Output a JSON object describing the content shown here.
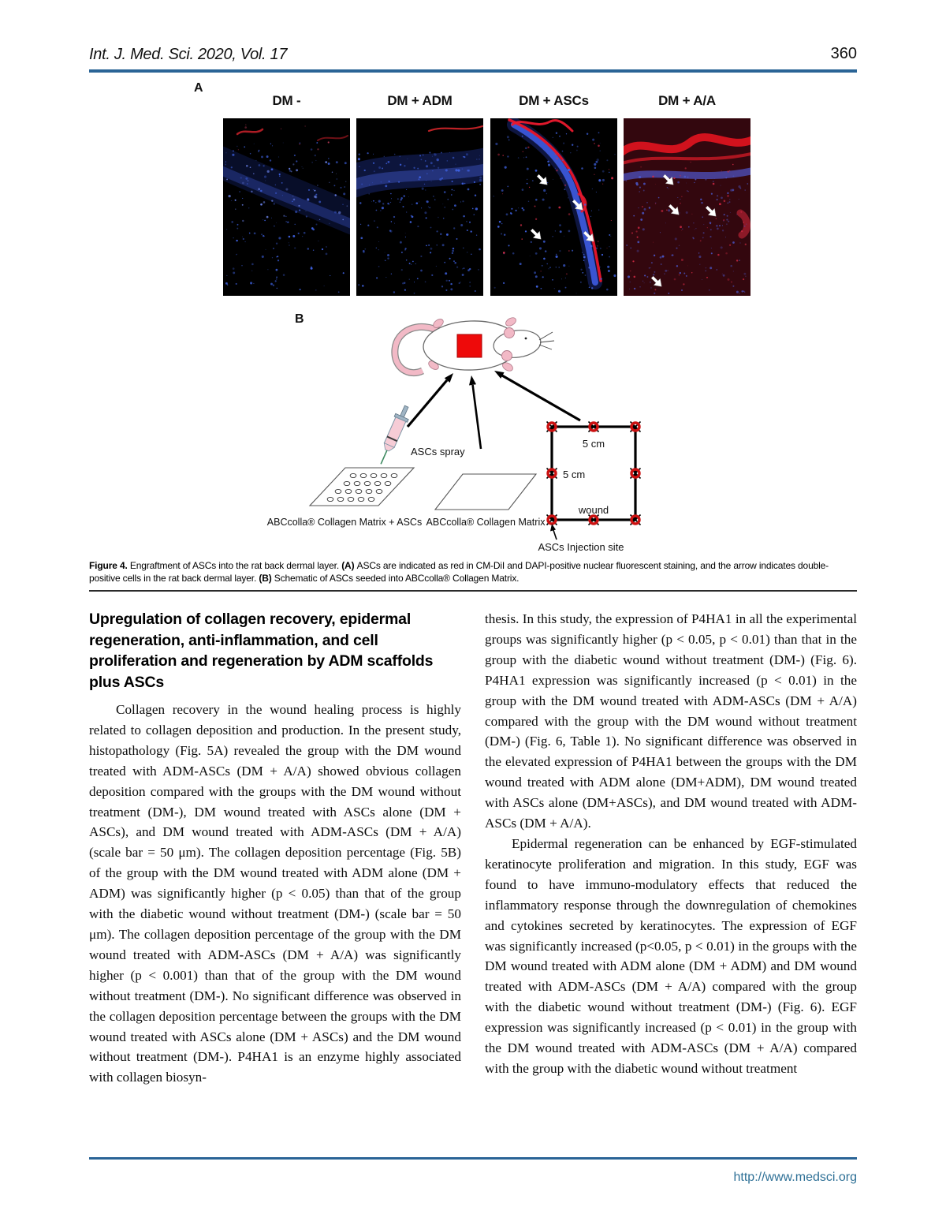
{
  "page": {
    "journal": "Int. J. Med. Sci. 2020, Vol. 17",
    "page_number": "360",
    "footer_url": "http://www.medsci.org",
    "accent_blue": "#2a6496",
    "link_blue": "#2e7096"
  },
  "figure": {
    "panel_a_label": "A",
    "panel_b_label": "B",
    "micrograph_labels": [
      "DM -",
      "DM + ADM",
      "DM + ASCs",
      "DM + A/A"
    ],
    "schematic": {
      "spray_label": "ASCs spray",
      "matrix_asc_label": "ABCcolla® Collagen Matrix + ASCs",
      "matrix_label": "ABCcolla® Collagen Matrix",
      "top_dim": "5 cm",
      "side_dim": "5 cm",
      "wound_label": "wound",
      "injection_label": "ASCs Injection site"
    },
    "colors": {
      "dapi_blue": "#4064e6",
      "cmdil_red": "#e01428",
      "wound_red": "#ee0a0a",
      "marker_red": "#cc1111"
    },
    "caption_segments": [
      {
        "text": "Figure 4. ",
        "bold": true
      },
      {
        "text": "Engraftment of ASCs into the rat back dermal layer. ",
        "bold": false
      },
      {
        "text": "(A) ",
        "bold": true
      },
      {
        "text": "ASCs are indicated as red in CM-DiI and DAPI-positive nuclear fluorescent staining, and the arrow indicates double-positive cells in the rat back dermal layer. ",
        "bold": false
      },
      {
        "text": "(B) ",
        "bold": true
      },
      {
        "text": "Schematic of ASCs seeded into ABCcolla® Collagen Matrix.",
        "bold": false
      }
    ]
  },
  "article": {
    "section_heading": "Upregulation of collagen recovery, epidermal regeneration, anti-inflammation, and cell proliferation and regeneration by ADM scaffolds plus ASCs",
    "left_column": {
      "paragraphs": [
        {
          "indent": true,
          "text": "Collagen recovery in the wound healing process is highly related to collagen deposition and production. In the present study, histopathology (Fig. 5A) revealed the group with the DM wound treated with ADM-ASCs (DM + A/A) showed obvious collagen deposition compared with the groups with the DM wound without treatment (DM-), DM wound treated with ASCs alone (DM + ASCs), and DM wound treated with ADM-ASCs (DM + A/A) (scale bar = 50 μm). The collagen deposition percentage (Fig. 5B) of the group with the DM wound treated with ADM alone (DM + ADM) was significantly higher (p < 0.05) than that of the group with the diabetic wound without treatment (DM-) (scale bar = 50 μm). The collagen deposition percentage of the group with the DM wound treated with ADM-ASCs (DM + A/A) was significantly higher (p < 0.001) than that of the group with the DM wound without treatment (DM-). No significant difference was observed in the collagen deposition percentage between the groups with the DM wound treated with ASCs alone (DM + ASCs) and the DM wound without treatment (DM-). P4HA1 is an enzyme highly associated with collagen biosyn-"
        }
      ]
    },
    "right_column": {
      "paragraphs": [
        {
          "indent": false,
          "text": "thesis. In this study, the expression of P4HA1 in all the experimental groups was significantly higher (p < 0.05, p < 0.01) than that in the group with the diabetic wound without treatment (DM-) (Fig. 6). P4HA1 expression was significantly increased (p < 0.01) in the group with the DM wound treated with ADM-ASCs (DM + A/A) compared with the group with the DM wound without treatment (DM-) (Fig. 6, Table 1). No significant difference was observed in the elevated expression of P4HA1 between the groups with the DM wound treated with ADM alone (DM+ADM), DM wound treated with ASCs alone (DM+ASCs), and DM wound treated with ADM-ASCs (DM + A/A)."
        },
        {
          "indent": true,
          "text": "Epidermal regeneration can be enhanced by EGF-stimulated keratinocyte proliferation and migration. In this study, EGF was found to have immuno-modulatory effects that reduced the inflammatory response through the downregulation of chemokines and cytokines secreted by keratinocytes. The expression of EGF was significantly increased (p<0.05, p < 0.01) in the groups with the DM wound treated with ADM alone (DM + ADM) and DM wound treated with ADM-ASCs (DM + A/A) compared with the group with the diabetic wound without treatment (DM-) (Fig. 6). EGF expression was significantly increased (p < 0.01) in the group with the DM wound treated with ADM-ASCs (DM + A/A) compared with the group with the diabetic wound without treatment"
        }
      ]
    }
  }
}
